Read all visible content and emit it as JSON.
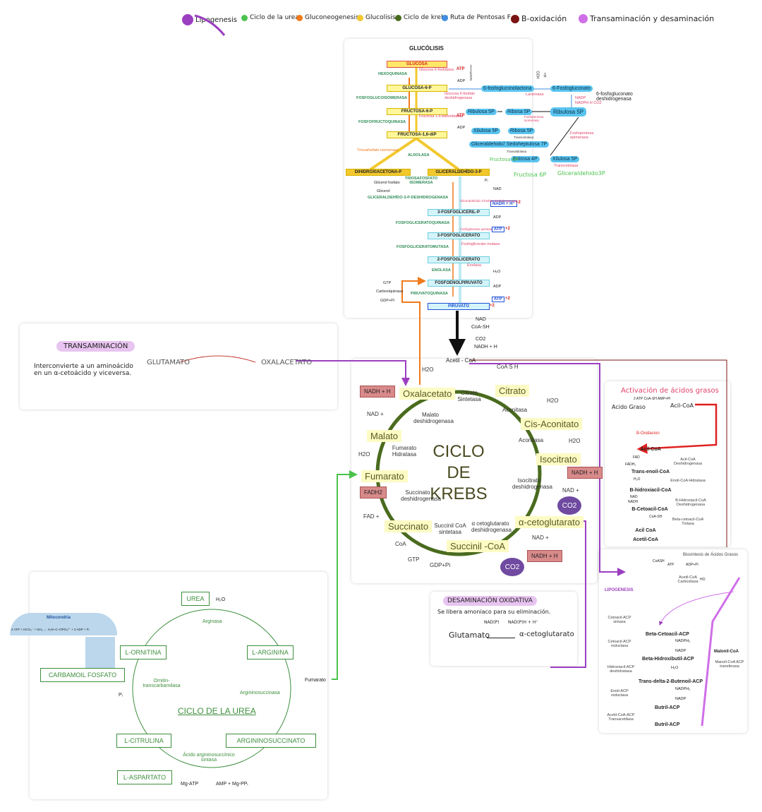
{
  "legend": {
    "items": [
      {
        "label": "Lipogenesis",
        "color": "#9b3fc1"
      },
      {
        "label": "Ciclo de la urea",
        "color": "#4cc24c"
      },
      {
        "label": "Gluconeogenesis",
        "color": "#f07a1c"
      },
      {
        "label": "Glucolisis",
        "color": "#f2c82e"
      },
      {
        "label": "Ciclo de krebs",
        "color": "#4a6b1e"
      },
      {
        "label": "Ruta de Pentosas F",
        "color": "#3f8de0"
      },
      {
        "label": "B-oxidación",
        "color": "#7a1414"
      },
      {
        "label": "Transaminación y desaminación",
        "color": "#cf6fe8"
      }
    ]
  },
  "glycolysis": {
    "title": "GLUCÓLISIS",
    "metabolites": {
      "glucosa": "GLUCOSA",
      "g6p": "GLUCOSA-6-P",
      "f6p": "FRUCTOSA-6-P",
      "f16dp": "FRUCTOSA-1,6-diP",
      "dhap": "DIHIDROXIACETONA-P",
      "g3p": "GLICERALDEHÍDO-3-P",
      "bpg": "3-FOSFOGLICERIL-P",
      "pg3": "3-FOSFOGLICERATO",
      "pg2": "2-FOSFOGLICERATO",
      "pep": "FOSFOENOLPIRUVATO",
      "piruvato": "PIRUVATO"
    },
    "enzymes": {
      "hexoquinasa": "HEXOQUINASA",
      "fosfoglucoisomerasa": "FOSFOGLUCOISOMERASA",
      "fosfofructoquinasa": "FOSFOFRUCTOQUINASA",
      "aldolasa": "ALDOLASA",
      "triosa": "TRIOSAFOSFATO ISOMERASA",
      "gapdh": "GLICERALDEHÍDO-3-P-DESHIDROGENASA",
      "pgk": "FOSFOGLICERATOQUINASA",
      "pgm": "FOSFOGLICERATOMUTASA",
      "enolasa": "ENOLASA",
      "piruvatoquinasa": "PIRUVATOQUINASA"
    },
    "cofactors": {
      "atp": "ATP",
      "adp": "ADP",
      "pi": "Pᵢ",
      "nad": "NAD",
      "nadh": "NADH + H⁺",
      "x2": "+2",
      "h2o": "H₂O"
    },
    "gluconeo_notes": {
      "g6pasa": "Glucosa 6-fosfatasa",
      "f16bpasa": "Fructosa 1,6-bisfosfatasa",
      "triosafosfato": "Triosafosfato isomerasa",
      "glicerol3p": "Glicerol fosfato",
      "glicerol": "Glicerol",
      "gtp": "GTP",
      "carboxiquinasa": "Carboxiquinasa",
      "gdp": "GDP+Pi",
      "fosfoglicerato_mutasa": "Fosfoglicerato mutasa",
      "enolasa": "Enolasa",
      "gapdh_note": "Gliceraldehído 3-fosfato deshidrogenasa",
      "pgk_note": "Fosfoglicerato quinasa"
    },
    "pentose": {
      "pglucono": "6-fosfogluconolactona",
      "pgluconato": "6-Fosfogluconato",
      "dehydrog": "6-fosfogluconato deshidrogenasa",
      "lactonasa": "Lactonasa",
      "g6pdh": "Glucosa 6-fosfato deshidrogenasa",
      "ribulosa5p": "Ribulosa 5P",
      "ribosa5p": "Ribosa 5P",
      "ribulosa5p_a": "Ribulosa 5P",
      "xilulosa5p": "Xilulosa 5P",
      "ribosa5p_b": "Ribosa 5P",
      "gliceraldehido": "Gliceraldehido3P",
      "sedoheptulosa": "Sedoheptulosa 7P",
      "eritrosa": "Eritrosa 4P",
      "xilulosa5p_b": "Xilulosa 5P",
      "fructosa6p_a": "Fructosa 6P",
      "fructosa6p_b": "Fructosa 6P",
      "gliceraldehido_b": "Gliceraldehido3P",
      "nadp": "NADP",
      "nadph": "NADPH H CO2",
      "h2o": "H2O",
      "h": "H+",
      "nadph2": "NADPH H+",
      "isomerasa": "Fosfopentosa isomerasa",
      "epimerasa": "Fosfopentosa epimerasa",
      "transcetolasa": "Transcetolasa",
      "transaldolasa": "Transaldolasa",
      "transcetolasa2": "Transcetolasa"
    }
  },
  "pyruvate_step": {
    "nad": "NAD",
    "coash": "CoA-SH",
    "co2": "CO2",
    "nadh": "NADH + H",
    "acetil": "Acetil - CoA"
  },
  "transamination": {
    "title": "TRANSAMINACIÓN",
    "desc": "Interconvierte a un aminoácido en un α-cetoácido y viceversa.",
    "glutamato": "GLUTAMATO",
    "oxalacetato": "OXALACETATO"
  },
  "krebs": {
    "title_line1": "CICLO DE",
    "title_line2": "KREBS",
    "metabolites": {
      "oxalacetato": "Oxalacetato",
      "citrato": "Citrato",
      "cisaconitato": "Cis-Aconitato",
      "isocitrato": "Isocitrato",
      "akg": "α-cetoglutarato",
      "succinilcoa": "Succinil -CoA",
      "succinato": "Succinato",
      "fumarato": "Fumarato",
      "malato": "Malato"
    },
    "enzymes": {
      "citrato_sintetasa": "Citrato Sintetasa",
      "aconitasa1": "Aconitasa",
      "aconitasa2": "Aconitasa",
      "isocitrato_dh": "Isocitrato deshidrogenasa",
      "akg_dh": "α cetoglutarato deshidrogenasa",
      "succinil_sint": "Succinil CoA sintetasa",
      "succinato_dh": "Succinato deshidrogenasa",
      "fumarato_hid": "Fumarato Hidratasa",
      "malato_dh": "Malato deshidrogenasa"
    },
    "cofactors": {
      "h2o_a": "H2O",
      "coash": "CoA S H",
      "h2o_b": "H2O",
      "h2o_c": "H2O",
      "nadh_a": "NADH + H",
      "nad_a": "NAD +",
      "co2_a": "CO2",
      "nad_b": "NAD +",
      "nadh_b": "NADH + H",
      "co2_b": "CO2",
      "coa": "CoA",
      "gtp": "GTP",
      "gdp": "GDP+Pi",
      "fadh2": "FADH2",
      "fad": "FAD +",
      "h2o_d": "H2O",
      "nad_c": "NAD +",
      "nadh_c": "NADH + H"
    }
  },
  "boxidation": {
    "activation_title": "Activación de ácidos grasos",
    "activation_cof": "2 ATP CoA-SH  AMP+Pi",
    "acido_graso": "Acido Graso",
    "acil_coa_top": "Acil-CoA",
    "section": "B-Oxidacion",
    "steps": [
      {
        "name": "Acil-CoA",
        "enzyme": "Acil-CoA Deshidrogenasa"
      },
      {
        "name": "Trans-enoil-CoA",
        "enzyme": "Enoil-CoA Hidratasa"
      },
      {
        "name": "B-hidroxiacil-CoA",
        "enzyme": "B-Hidroxiacil-CoA Deshidrogenasa"
      },
      {
        "name": "B-Cetoacil-CoA",
        "enzyme": "Beta-cetoacil-CoA Tiolasa"
      },
      {
        "name": "Acil CoA",
        "enzyme": ""
      },
      {
        "name": "Acetil-CoA",
        "enzyme": ""
      }
    ],
    "cofactors": {
      "fad": "FAD",
      "fadh2": "FADH₂",
      "h2o": "H₂O",
      "nad": "NAD",
      "nadh": "NADH",
      "coash": "CoA-SH"
    }
  },
  "lipogenesis": {
    "title": "Biosíntesis de Ácidos Grasos",
    "section": "LIPOGENESIS",
    "acetil": "Acetil-CoA Carboxilasa",
    "malonil": "Malonil-CoA",
    "manoil_transferasa": "Manoil-CoA ACP transferasa",
    "steps": [
      "Beta-Cetoacil-ACP",
      "Beta-Hidroxibutil-ACP",
      "Trans-delta-2-Butenoil-ACP",
      "Butril-ACP",
      "Butril-ACP"
    ],
    "enzymes": [
      "Cetoacil-ACP sintasa",
      "Cetoacil-ACP reductasa",
      "Hidroxiacil-ACP deshidratasa",
      "Enoil-ACP reductasa",
      "Acetil-CoA-ACP Transacetilasa"
    ],
    "cofactors": {
      "nadph2": "NADPH₂",
      "nadp": "NADP",
      "h2o": "H₂O",
      "nadph2b": "NADPH₂",
      "nadpb": "NADP",
      "coash": "CoASH",
      "atp": "ATP",
      "adp": "ADP+Pi",
      "hco": "HO"
    }
  },
  "desamination": {
    "title": "DESAMINACIÓN OXIDATIVA",
    "desc": "Se libera amoniaco para su eliminación.",
    "glutamato": "Glutamato",
    "nadp": "NAD(P)",
    "nadph": "NAD(P)H + H⁺",
    "akg": "α-cetoglutarato"
  },
  "urea": {
    "title": "CICLO DE LA UREA",
    "mitocondria": "Mitocondria",
    "reaction": "2 ATP + HCO₃⁻ + NH₃ → H₂N–C–OPO₃²⁻ + 2 ADP + Pᵢ",
    "boxes": {
      "urea": "UREA",
      "ornitina": "L-ORNITINA",
      "arginina": "L-ARGININA",
      "carbamoil": "CARBAMOIL FOSFATO",
      "citrulina": "L-CITRULINA",
      "argininosuccinato": "ARGININOSUCCINATO",
      "aspartato": "L-ASPARTATO"
    },
    "enzymes": {
      "arginasa": "Arginasa",
      "otc": "Ornitin-transcarbamilasa",
      "asl": "Argininosuccinasa",
      "ass": "Ácido argininosuccínico sintasa"
    },
    "labels": {
      "h2o": "H₂O",
      "pi": "Pᵢ",
      "fumarato": "Fumarato",
      "mgatp": "Mg-ATP",
      "amp": "AMP + Mg-PPᵢ"
    }
  }
}
